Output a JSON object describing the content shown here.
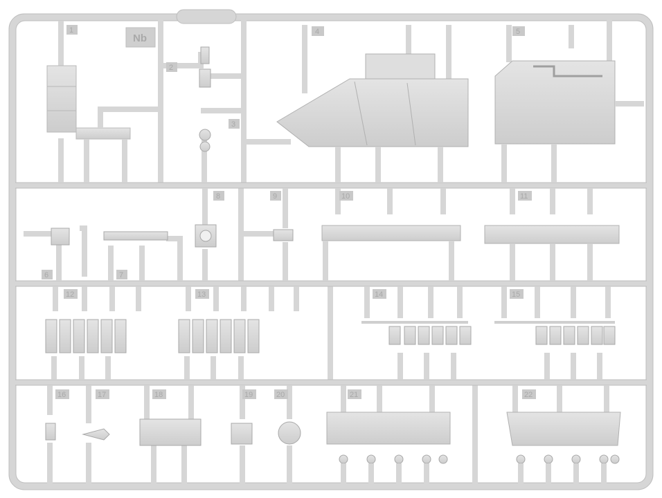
{
  "sprue": {
    "code": "Nb",
    "part_numbers": [
      "1",
      "2",
      "3",
      "4",
      "5",
      "6",
      "7",
      "8",
      "9",
      "10",
      "11",
      "12",
      "13",
      "14",
      "15",
      "16",
      "17",
      "18",
      "19",
      "20",
      "21",
      "22"
    ]
  },
  "colors": {
    "plastic": "#d8d8d8",
    "plastic_edge": "#b8b8b8",
    "label_tab": "#c9c9c9",
    "label_text": "#a9a9a9",
    "background": "#ffffff"
  }
}
